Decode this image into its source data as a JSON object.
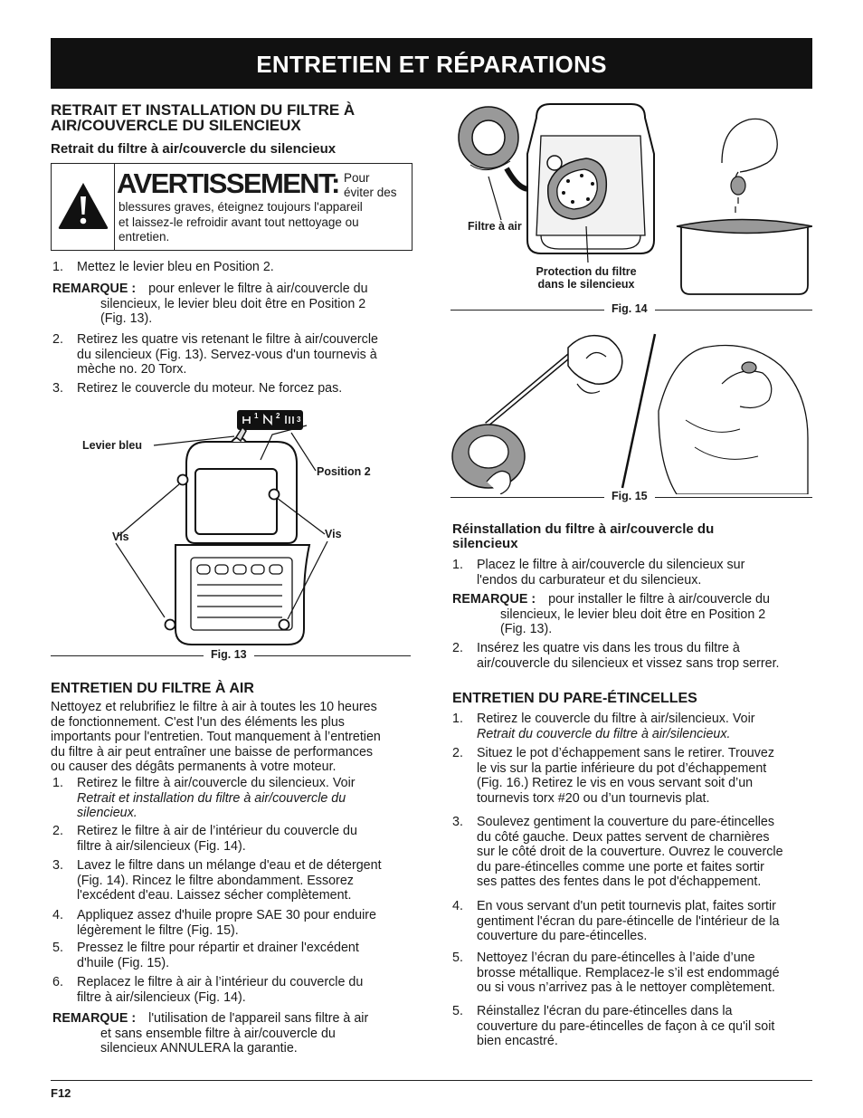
{
  "header": {
    "title": "ENTRETIEN ET RÉPARATIONS"
  },
  "left": {
    "heading": [
      "RETRAIT ET INSTALLATION DU FILTRE À",
      "AIR/COUVERCLE DU SILENCIEUX"
    ],
    "subheading": "Retrait du filtre à air/couvercle du silencieux",
    "warning": {
      "title": "AVERTISSEMENT:",
      "lines": [
        "Pour",
        "éviter des",
        "blessures graves, éteignez toujours l'appareil",
        "et laissez-le refroidir avant tout nettoyage ou",
        "entretien."
      ]
    },
    "steps1": [
      {
        "n": "1.",
        "lines": [
          "Mettez le levier bleu en Position 2."
        ]
      }
    ],
    "remark1": {
      "key": "REMARQUE :",
      "lines": [
        "pour enlever le filtre à air/couvercle du",
        "silencieux, le levier bleu doit être en Position 2",
        "(Fig. 13)."
      ]
    },
    "steps2": [
      {
        "n": "2.",
        "lines": [
          "Retirez les quatre vis retenant le filtre à air/couvercle",
          "du silencieux (Fig. 13). Servez-vous d'un tournevis à",
          "mèche no. 20 Torx."
        ]
      },
      {
        "n": "3.",
        "lines": [
          "Retirez le couvercle du moteur. Ne forcez pas."
        ]
      }
    ],
    "fig13": {
      "caption": "Fig. 13",
      "label_lever": "Levier bleu",
      "label_position": "Position 2",
      "label_screw_left": "Vis",
      "label_screw_right": "Vis",
      "positions": [
        "1",
        "2",
        "3"
      ]
    },
    "filter_heading": "ENTRETIEN DU FILTRE À AIR",
    "filter_intro": [
      "Nettoyez et relubrifiez le filtre à air à toutes les 10 heures",
      "de fonctionnement. C'est l'un des éléments les plus",
      "importants pour l'entretien. Tout manquement à l’entretien",
      "du filtre à air peut entraîner une baisse de performances",
      "ou causer des dégâts permanents à votre moteur."
    ],
    "filter_steps": [
      {
        "n": "1.",
        "lines": [
          "Retirez le filtre à air/couvercle du silencieux. Voir"
        ],
        "italic": [
          "Retrait et installation du filtre à air/couvercle du",
          "silencieux."
        ]
      },
      {
        "n": "2.",
        "lines": [
          "Retirez le filtre à air de l’intérieur du couvercle du",
          "filtre à air/silencieux (Fig. 14)."
        ]
      },
      {
        "n": "3.",
        "lines": [
          "Lavez le filtre dans un mélange d'eau et de détergent",
          "(Fig. 14). Rincez le filtre abondamment. Essorez",
          "l'excédent d'eau. Laissez sécher complètement."
        ]
      },
      {
        "n": "4.",
        "lines": [
          "Appliquez assez d'huile propre SAE 30 pour enduire",
          "légèrement le filtre (Fig. 15)."
        ]
      },
      {
        "n": "5.",
        "lines": [
          "Pressez le filtre pour répartir et drainer l'excédent",
          "d'huile (Fig. 15)."
        ]
      },
      {
        "n": "6.",
        "lines": [
          "Replacez le filtre à air à l’intérieur du couvercle du",
          "filtre à air/silencieux (Fig. 14)."
        ]
      }
    ],
    "remark2": {
      "key": "REMARQUE :",
      "lines": [
        "l'utilisation de l'appareil sans filtre à air",
        "et sans ensemble filtre à air/couvercle du",
        "silencieux ANNULERA la garantie."
      ]
    }
  },
  "right": {
    "fig14": {
      "caption": "Fig. 14",
      "label_filter": "Filtre à air",
      "label_protection": [
        "Protection du filtre",
        "dans le silencieux"
      ]
    },
    "fig15": {
      "caption": "Fig. 15"
    },
    "reinstall_heading": [
      "Réinstallation du filtre à air/couvercle du",
      "silencieux"
    ],
    "reinstall_steps": [
      {
        "n": "1.",
        "lines": [
          "Placez le filtre à air/couvercle du silencieux sur",
          "l'endos du carburateur et du silencieux."
        ]
      }
    ],
    "remark3": {
      "key": "REMARQUE :",
      "lines": [
        "pour installer le filtre à air/couvercle du",
        "silencieux, le levier bleu doit être en Position 2",
        "(Fig. 13)."
      ]
    },
    "reinstall_steps2": [
      {
        "n": "2.",
        "lines": [
          "Insérez les quatre vis dans les trous du filtre à",
          "air/couvercle du silencieux et vissez sans trop serrer."
        ]
      }
    ],
    "spark_heading": "ENTRETIEN DU PARE-ÉTINCELLES",
    "spark_steps": [
      {
        "n": "1.",
        "lines": [
          "Retirez le couvercle du filtre à air/silencieux. Voir"
        ],
        "italic": [
          "Retrait du couvercle du filtre à air/silencieux."
        ]
      },
      {
        "n": "2.",
        "lines": [
          "Situez le pot d’échappement sans le retirer. Trouvez",
          "le vis sur la partie inférieure du pot d’échappement",
          "(Fig. 16.) Retirez le vis en vous servant soit d’un",
          "tournevis torx #20 ou d’un tournevis plat."
        ]
      },
      {
        "n": "3.",
        "lines": [
          "Soulevez gentiment la couverture du pare-étincelles",
          "du côté gauche. Deux pattes servent de charnières",
          "sur le côté droit de la couverture. Ouvrez le couvercle",
          "du pare-étincelles comme une porte et faites sortir",
          "ses pattes des fentes dans le pot d'échappement."
        ]
      },
      {
        "n": "4.",
        "lines": [
          "En vous servant d'un petit tournevis plat, faites sortir",
          "gentiment l'écran du pare-étincelle de l'intérieur de la",
          "couverture du pare-étincelles."
        ]
      },
      {
        "n": "5.",
        "lines": [
          "Nettoyez l’écran du pare-étincelles à l’aide d’une",
          "brosse métallique. Remplacez-le s’il est endommagé",
          "ou si vous n’arrivez pas à le nettoyer complètement."
        ]
      },
      {
        "n": "5.",
        "lines": [
          "Réinstallez l'écran du pare-étincelles dans la",
          "couverture du pare-étincelles de façon à ce qu'il soit",
          "bien encastré."
        ]
      }
    ]
  },
  "footer": {
    "page": "F12"
  }
}
